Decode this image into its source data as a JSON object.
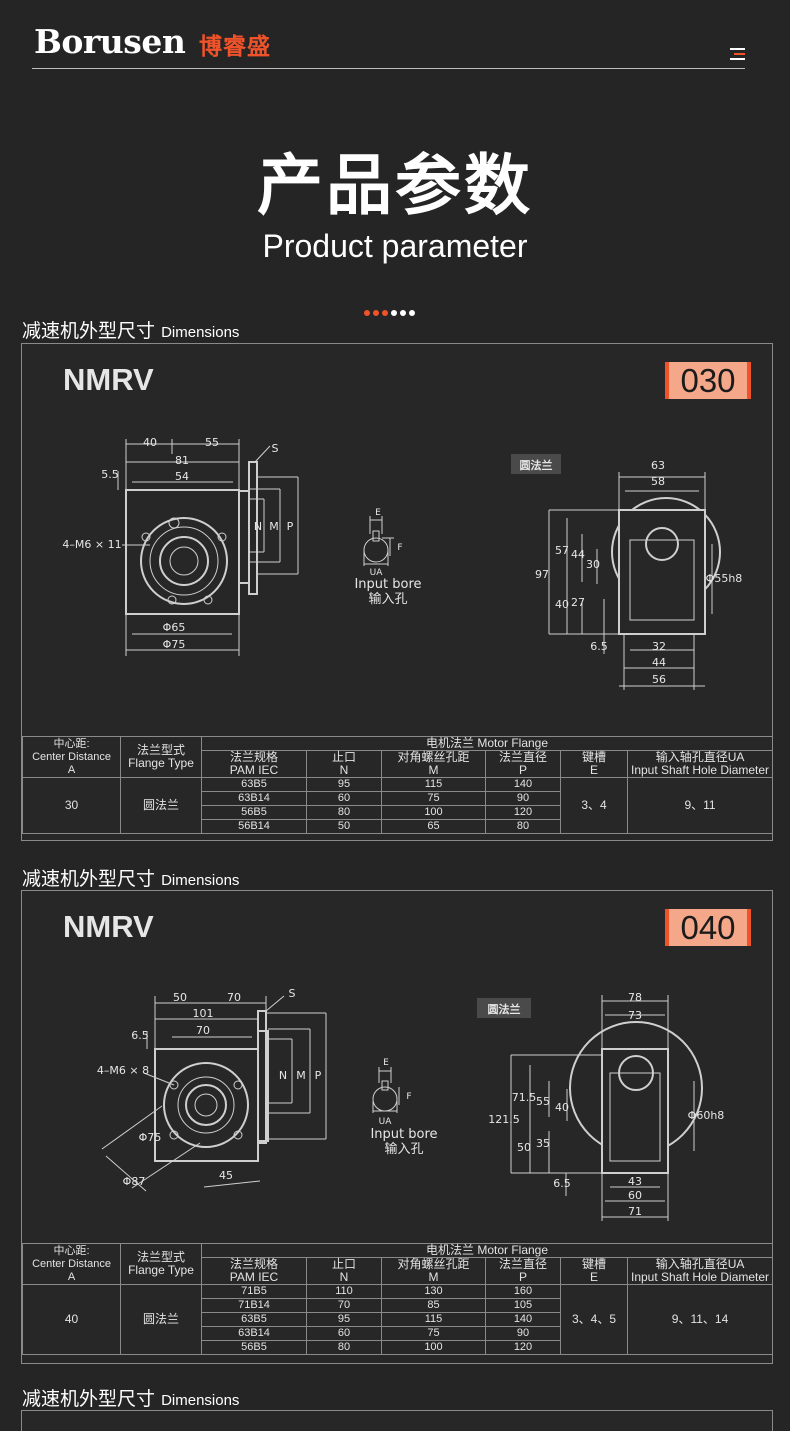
{
  "header": {
    "brand": "Borusen",
    "brand_cn": "博睿盛"
  },
  "hero": {
    "title_cn": "产品参数",
    "title_en": "Product parameter"
  },
  "section_title": {
    "cn": "减速机外型尺寸",
    "en": "Dimensions"
  },
  "colors": {
    "accent": "#f0532a",
    "model_badge": "#f5a889",
    "background": "#252525"
  },
  "panels": [
    {
      "series": "NMRV",
      "model": "030",
      "flange_tag": "圆法兰",
      "input_bore": {
        "en": "Input bore",
        "cn": "输入孔"
      },
      "dims_left": [
        "40",
        "55",
        "81",
        "54",
        "5.5",
        "S",
        "N",
        "M",
        "P",
        "4–M6 × 11",
        "Φ65",
        "Φ75"
      ],
      "dims_right": [
        "63",
        "58",
        "97",
        "57",
        "44",
        "30",
        "40",
        "27",
        "6.5",
        "32",
        "44",
        "56",
        "Φ55h8"
      ],
      "bore_labels": [
        "E",
        "F",
        "UA"
      ],
      "table": {
        "h_center": [
          "中心距:",
          "Center Distance",
          "A"
        ],
        "h_flange_type": [
          "法兰型式",
          "Flange Type"
        ],
        "h_motor": "电机法兰  Motor Flange",
        "h_spec": [
          "法兰规格",
          "PAM IEC"
        ],
        "h_n": [
          "止口",
          "N"
        ],
        "h_m": [
          "对角螺丝孔距",
          "M"
        ],
        "h_p": [
          "法兰直径",
          "P"
        ],
        "h_e": [
          "键槽",
          "E"
        ],
        "h_ua": [
          "输入轴孔直径UA",
          "Input Shaft Hole Diameter"
        ],
        "center": "30",
        "flange_type": "圆法兰",
        "keyway": "3、4",
        "ua": "9、11",
        "rows": [
          [
            "63B5",
            "95",
            "115",
            "140"
          ],
          [
            "63B14",
            "60",
            "75",
            "90"
          ],
          [
            "56B5",
            "80",
            "100",
            "120"
          ],
          [
            "56B14",
            "50",
            "65",
            "80"
          ]
        ]
      }
    },
    {
      "series": "NMRV",
      "model": "040",
      "flange_tag": "圆法兰",
      "input_bore": {
        "en": "Input bore",
        "cn": "输入孔"
      },
      "dims_left": [
        "50",
        "70",
        "101",
        "70",
        "6.5",
        "S",
        "N",
        "M",
        "P",
        "4–M6 × 8",
        "Φ75",
        "Φ87",
        "45"
      ],
      "dims_right": [
        "78",
        "73",
        "121.5",
        "71.5",
        "55",
        "40",
        "50",
        "35",
        "6.5",
        "43",
        "60",
        "71",
        "Φ60h8"
      ],
      "bore_labels": [
        "E",
        "F",
        "UA"
      ],
      "table": {
        "h_center": [
          "中心距:",
          "Center Distance",
          "A"
        ],
        "h_flange_type": [
          "法兰型式",
          "Flange Type"
        ],
        "h_motor": "电机法兰  Motor Flange",
        "h_spec": [
          "法兰规格",
          "PAM IEC"
        ],
        "h_n": [
          "止口",
          "N"
        ],
        "h_m": [
          "对角螺丝孔距",
          "M"
        ],
        "h_p": [
          "法兰直径",
          "P"
        ],
        "h_e": [
          "键槽",
          "E"
        ],
        "h_ua": [
          "输入轴孔直径UA",
          "Input Shaft Hole Diameter"
        ],
        "center": "40",
        "flange_type": "圆法兰",
        "keyway": "3、4、5",
        "ua": "9、11、14",
        "rows": [
          [
            "71B5",
            "110",
            "130",
            "160"
          ],
          [
            "71B14",
            "70",
            "85",
            "105"
          ],
          [
            "63B5",
            "95",
            "115",
            "140"
          ],
          [
            "63B14",
            "60",
            "75",
            "90"
          ],
          [
            "56B5",
            "80",
            "100",
            "120"
          ]
        ]
      }
    }
  ]
}
